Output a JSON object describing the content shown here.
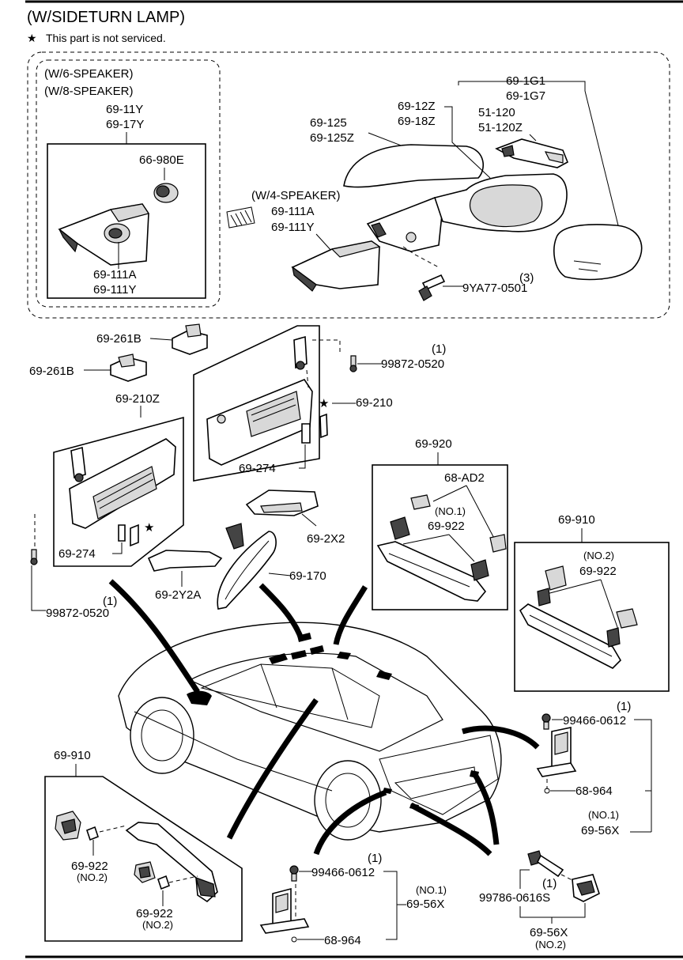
{
  "header": {
    "title": "(W/SIDETURN LAMP)",
    "legend_text": "This part is not serviced.",
    "legend_symbol": "★"
  },
  "groups": {
    "speaker_group_label_1": "(W/6-SPEAKER)",
    "speaker_group_label_2": "(W/8-SPEAKER)",
    "four_speaker_label": "(W/4-SPEAKER)"
  },
  "labels": {
    "p69_11y": "69-11Y",
    "p69_17y": "69-17Y",
    "p66_980e": "66-980E",
    "p69_111a_left": "69-111A",
    "p69_111y_left": "69-111Y",
    "p69_125": "69-125",
    "p69_125z": "69-125Z",
    "p69_111a_mid": "69-111A",
    "p69_111y_mid": "69-111Y",
    "p69_12z": "69-12Z",
    "p69_18z": "69-18Z",
    "p51_120": "51-120",
    "p51_120z": "51-120Z",
    "p69_1g1": "69-1G1",
    "p69_1g7": "69-1G7",
    "qty_3": "(3)",
    "p9ya77": "9YA77-0501",
    "p69_261b_top": "69-261B",
    "p69_261b_bot": "69-261B",
    "qty_1_a": "(1)",
    "p99872_top": "99872-0520",
    "p69_210": "69-210",
    "p69_210z": "69-210Z",
    "p69_274_right": "69-274",
    "p69_274_left": "69-274",
    "p69_2x2": "69-2X2",
    "p69_170": "69-170",
    "p69_2y2a": "69-2Y2A",
    "qty_1_b": "(1)",
    "p99872_bot": "99872-0520",
    "p69_920": "69-920",
    "p68_ad2": "68-AD2",
    "no1_a": "(NO.1)",
    "p69_922_a": "69-922",
    "p69_910_right": "69-910",
    "no2_a": "(NO.2)",
    "p69_922_b": "69-922",
    "qty_1_c": "(1)",
    "p99466_right": "99466-0612",
    "p68_964_right": "68-964",
    "no1_b": "(NO.1)",
    "p69_56x_right": "69-56X",
    "p69_910_left": "69-910",
    "p69_922_c": "69-922",
    "no2_b": "(NO.2)",
    "p69_922_d": "69-922",
    "no2_c": "(NO.2)",
    "qty_1_d": "(1)",
    "p99466_bot": "99466-0612",
    "no1_c": "(NO.1)",
    "p69_56x_bot": "69-56X",
    "p68_964_bot": "68-964",
    "qty_1_e": "(1)",
    "p99786": "99786-0616S",
    "p69_56x_br": "69-56X",
    "no2_d": "(NO.2)"
  }
}
